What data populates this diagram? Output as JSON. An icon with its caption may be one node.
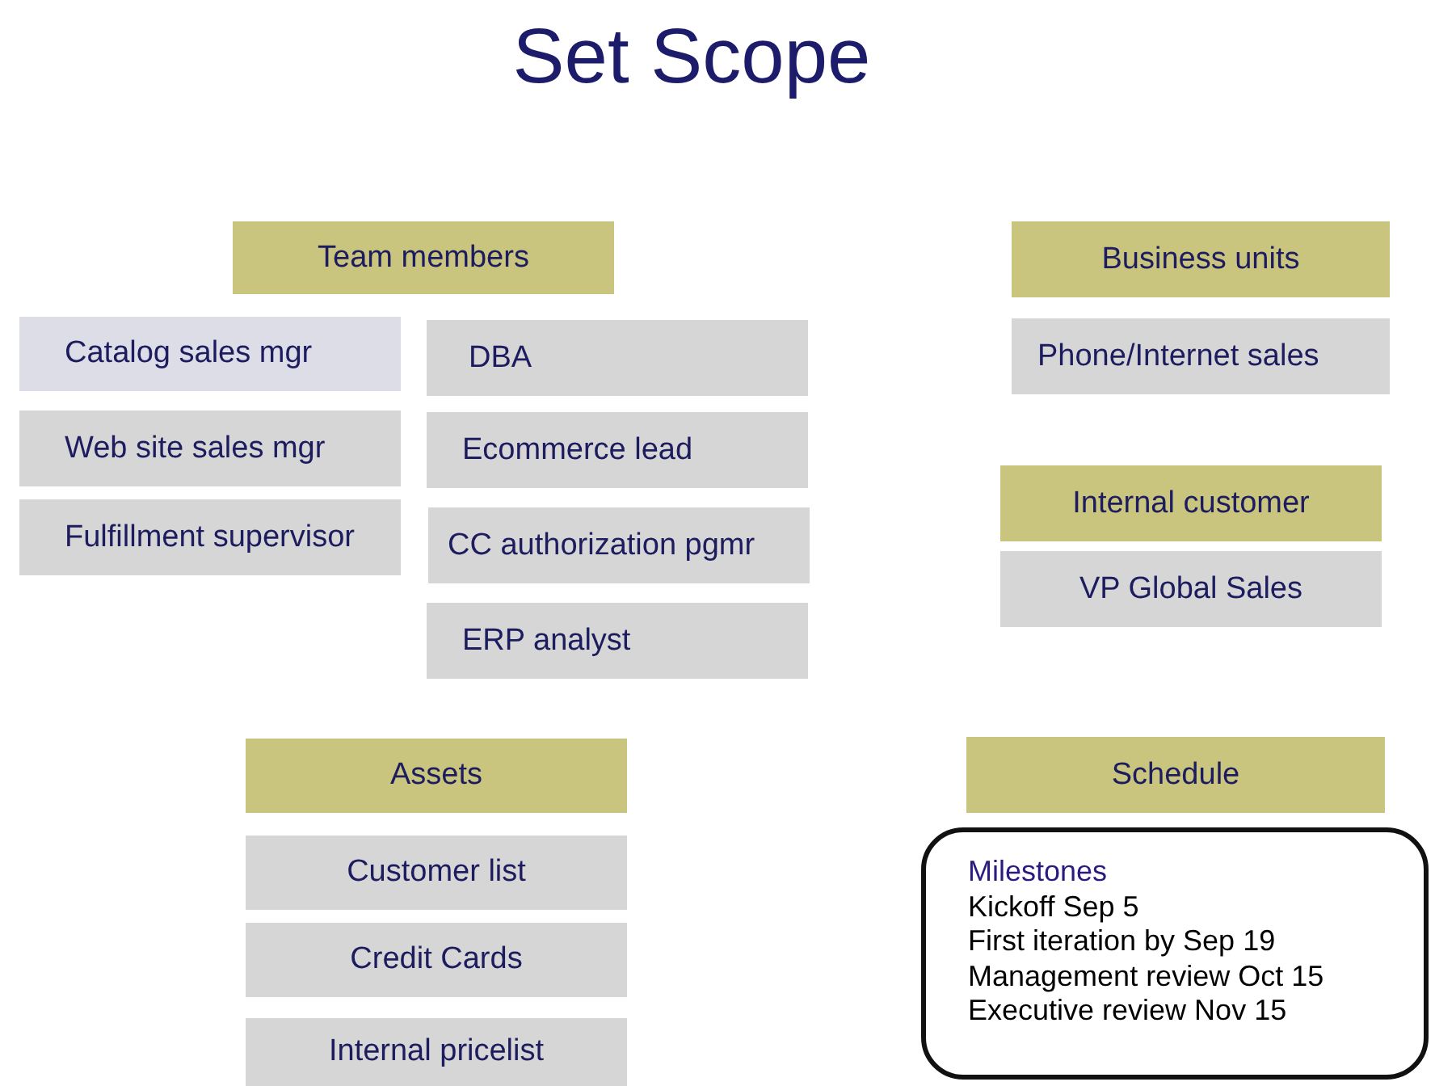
{
  "diagram": {
    "title": "Set Scope",
    "nodes": [
      {
        "text": [
          "Team members"
        ]
      },
      {
        "text": [
          "Catalog sales mgr"
        ]
      },
      {
        "text": [
          "Web site sales mgr"
        ]
      },
      {
        "text": [
          "Fulfillment supervisor"
        ]
      },
      {
        "text": [
          "DBA"
        ]
      },
      {
        "text": [
          "Ecommerce lead"
        ]
      },
      {
        "text": [
          "CC authorization pgmr"
        ]
      },
      {
        "text": [
          "ERP analyst"
        ]
      },
      {
        "text": [
          "Business units"
        ]
      },
      {
        "text": [
          "Phone/Internet sales"
        ]
      },
      {
        "text": [
          "Internal customer"
        ]
      },
      {
        "text": [
          "VP Global Sales"
        ]
      },
      {
        "text": [
          "Assets"
        ]
      },
      {
        "text": [
          "Customer list"
        ]
      },
      {
        "text": [
          "Credit Cards"
        ]
      },
      {
        "text": [
          "Internal pricelist"
        ]
      },
      {
        "text": [
          "Schedule"
        ]
      },
      {
        "text": [
          "Milestones",
          "Kickoff Sep 5",
          "First iteration by Sep 19",
          "Management review Oct 15",
          "Executive review Nov 15"
        ]
      }
    ]
  }
}
